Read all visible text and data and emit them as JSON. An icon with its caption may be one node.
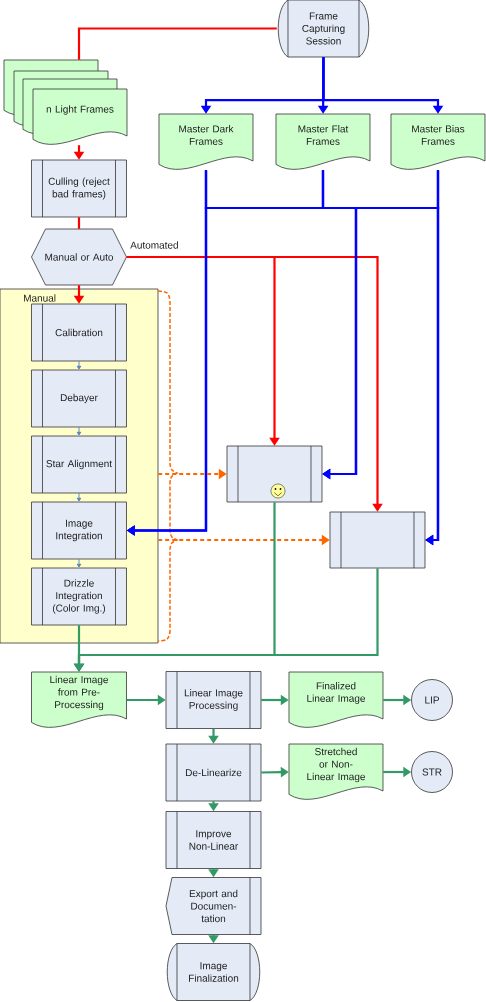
{
  "diagram": {
    "nodes": [
      {
        "text": [
          "Frame Capturing Session"
        ]
      },
      {
        "text": [
          "n Light Frames"
        ]
      },
      {
        "text": [
          "Master Dark Frames"
        ]
      },
      {
        "text": [
          "Master Flat Frames"
        ]
      },
      {
        "text": [
          "Master Bias Frames"
        ]
      },
      {
        "text": [
          "Culling (reject bad frames)"
        ]
      },
      {
        "text": [
          "Manual or Auto"
        ]
      },
      {
        "text": [
          "Manual"
        ]
      },
      {
        "text": [
          "Calibration"
        ],
        "in": 7
      },
      {
        "text": [
          "Debayer"
        ],
        "in": 7
      },
      {
        "text": [
          "Star Alignment"
        ],
        "in": 7
      },
      {
        "text": [
          "Image Integration"
        ],
        "in": 7
      },
      {
        "text": [
          "Drizzle Integration (Color Img.)"
        ],
        "in": 7
      },
      {
        "text": [],
        "shape": "box"
      },
      {
        "text": [],
        "shape": "box"
      },
      {
        "text": [
          "Linear Image from Pre-Processing"
        ]
      },
      {
        "text": [
          "Linear Image Processing"
        ]
      },
      {
        "text": [
          "Finalized Linear Image"
        ]
      },
      {
        "text": [
          "LIP"
        ]
      },
      {
        "text": [
          "De-Linearize"
        ]
      },
      {
        "text": [
          "Stretched or Non- Linear Image"
        ]
      },
      {
        "text": [
          "STR"
        ]
      },
      {
        "text": [
          "Improve Non-Linear"
        ]
      },
      {
        "text": [
          "Export and Documen-tation"
        ]
      },
      {
        "text": [
          "Image Finalization"
        ]
      }
    ],
    "edges": [
      {
        "from": 0,
        "to": 1,
        "arrow": "none",
        "color": "#ff0000"
      },
      {
        "from": 0,
        "to": 2,
        "arrow": "to",
        "color": "#0000ff"
      },
      {
        "from": 0,
        "to": 3,
        "arrow": "to",
        "color": "#0000ff"
      },
      {
        "from": 0,
        "to": 4,
        "arrow": "to",
        "color": "#0000ff"
      },
      {
        "from": 1,
        "to": 5,
        "arrow": "to",
        "color": "#ff0000"
      },
      {
        "from": 5,
        "to": 6,
        "arrow": "none",
        "color": "#ff0000"
      },
      {
        "from": 6,
        "to": 8,
        "arrow": "to",
        "color": "#ff0000"
      },
      {
        "from": 6,
        "to": 13,
        "arrow": "to",
        "color": "#ff0000",
        "label": "Automated"
      },
      {
        "from": 6,
        "to": 14,
        "arrow": "to",
        "color": "#ff0000"
      },
      {
        "from": 2,
        "to": 11,
        "arrow": "to",
        "color": "#0000ff"
      },
      {
        "from": 2,
        "to": 13,
        "arrow": "to",
        "color": "#0000ff"
      },
      {
        "from": 2,
        "to": 14,
        "arrow": "to",
        "color": "#0000ff"
      },
      {
        "from": 3,
        "to": 11,
        "arrow": "to",
        "color": "#0000ff"
      },
      {
        "from": 3,
        "to": 13,
        "arrow": "to",
        "color": "#0000ff"
      },
      {
        "from": 3,
        "to": 14,
        "arrow": "to",
        "color": "#0000ff"
      },
      {
        "from": 4,
        "to": 11,
        "arrow": "to",
        "color": "#0000ff"
      },
      {
        "from": 4,
        "to": 13,
        "arrow": "to",
        "color": "#0000ff"
      },
      {
        "from": 4,
        "to": 14,
        "arrow": "to",
        "color": "#0000ff"
      },
      {
        "from": 8,
        "to": 9,
        "arrow": "to",
        "color": "#4f81bd"
      },
      {
        "from": 9,
        "to": 10,
        "arrow": "to",
        "color": "#4f81bd"
      },
      {
        "from": 10,
        "to": 11,
        "arrow": "to",
        "color": "#4f81bd"
      },
      {
        "from": 11,
        "to": 12,
        "arrow": "to",
        "color": "#4f81bd"
      },
      {
        "from": 7,
        "to": 13,
        "arrow": "to",
        "color": "#ff6600",
        "style": "dashed"
      },
      {
        "from": 7,
        "to": 14,
        "arrow": "to",
        "color": "#ff6600",
        "style": "dashed"
      },
      {
        "from": 12,
        "to": 15,
        "arrow": "to",
        "color": "#339966"
      },
      {
        "from": 13,
        "to": 15,
        "arrow": "to",
        "color": "#339966"
      },
      {
        "from": 14,
        "to": 15,
        "arrow": "to",
        "color": "#339966"
      },
      {
        "from": 15,
        "to": 16,
        "arrow": "to",
        "color": "#339966"
      },
      {
        "from": 16,
        "to": 17,
        "arrow": "to",
        "color": "#339966"
      },
      {
        "from": 17,
        "to": 18,
        "arrow": "to",
        "color": "#339966"
      },
      {
        "from": 16,
        "to": 19,
        "arrow": "to",
        "color": "#339966"
      },
      {
        "from": 19,
        "to": 20,
        "arrow": "to",
        "color": "#339966"
      },
      {
        "from": 20,
        "to": 21,
        "arrow": "to",
        "color": "#339966"
      },
      {
        "from": 19,
        "to": 22,
        "arrow": "to",
        "color": "#339966"
      },
      {
        "from": 22,
        "to": 23,
        "arrow": "to",
        "color": "#339966"
      },
      {
        "from": 23,
        "to": 24,
        "arrow": "to",
        "color": "#339966"
      }
    ]
  }
}
